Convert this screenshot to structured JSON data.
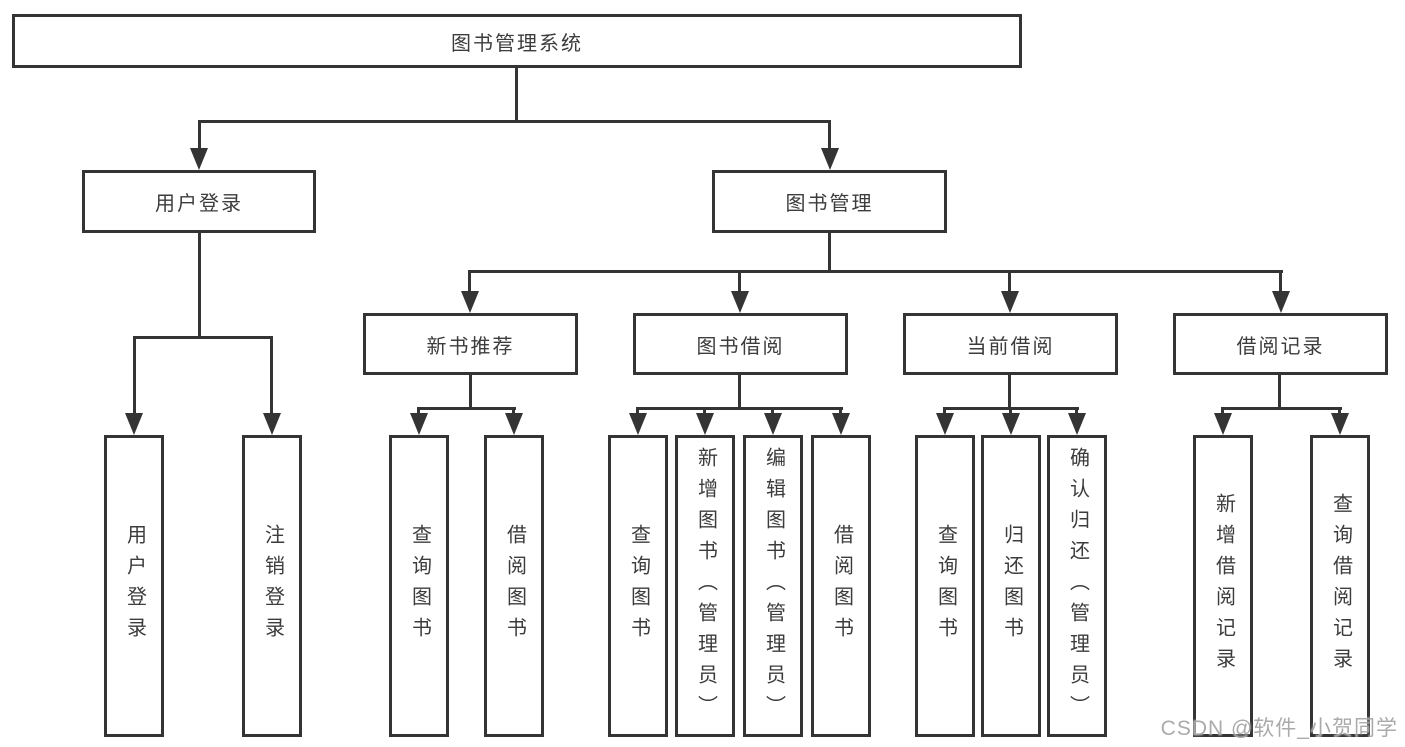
{
  "diagram": {
    "type": "hierarchy-tree",
    "line_color": "#343434",
    "watermark": "CSDN @软件_小贺同学",
    "nodes": {
      "root": "图书管理系统",
      "user_login": "用户登录",
      "book_mgmt": "图书管理",
      "new_books": "新书推荐",
      "book_borrow": "图书借阅",
      "current_borrow": "当前借阅",
      "borrow_records": "借阅记录",
      "leaf_user_login": "用户登录",
      "leaf_logout": "注销登录",
      "leaf_nb_query": "查询图书",
      "leaf_nb_borrow": "借阅图书",
      "leaf_bb_query": "查询图书",
      "leaf_bb_add": "新增图书（管理员）",
      "leaf_bb_edit": "编辑图书（管理员）",
      "leaf_bb_borrow": "借阅图书",
      "leaf_cb_query": "查询图书",
      "leaf_cb_return": "归还图书",
      "leaf_cb_confirm": "确认归还（管理员）",
      "leaf_rec_add": "新增借阅记录",
      "leaf_rec_query": "查询借阅记录"
    },
    "hierarchy": {
      "图书管理系统": {
        "用户登录": [
          "用户登录",
          "注销登录"
        ],
        "图书管理": {
          "新书推荐": [
            "查询图书",
            "借阅图书"
          ],
          "图书借阅": [
            "查询图书",
            "新增图书（管理员）",
            "编辑图书（管理员）",
            "借阅图书"
          ],
          "当前借阅": [
            "查询图书",
            "归还图书",
            "确认归还（管理员）"
          ],
          "借阅记录": [
            "新增借阅记录",
            "查询借阅记录"
          ]
        }
      }
    }
  }
}
